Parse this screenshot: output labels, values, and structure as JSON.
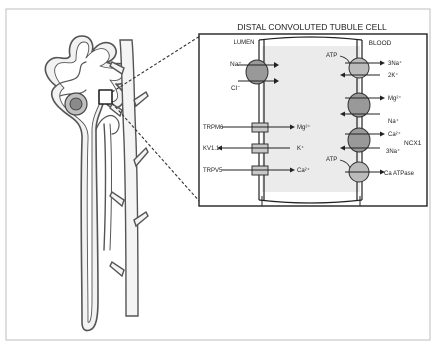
{
  "diagram": {
    "title": "DISTAL CONVOLUTED TUBULE CELL",
    "lumen_label": "LUMEN",
    "blood_label": "BLOOD",
    "channels_left": [
      {
        "name": "TRPM6",
        "ion": "Mg²⁺"
      },
      {
        "name": "KV1.1",
        "ion": "K⁺"
      },
      {
        "name": "TRPV5",
        "ion": "Ca²⁺"
      }
    ],
    "lumen_transporter": {
      "ion_in": "Na⁺",
      "ion_in2": "Cl⁻"
    },
    "basolateral": {
      "pump_top": {
        "atp": "ATP",
        "out": "3Na⁺",
        "in": "2K⁺"
      },
      "mg_transporter": {
        "ion": "Mg²⁺",
        "ion2": "Na⁺"
      },
      "ncx": {
        "label": "NCX1",
        "ion": "Ca²⁺",
        "ion2": "3Na⁺"
      },
      "ca_pump": {
        "atp": "ATP",
        "label": "Ca ATPase"
      }
    }
  }
}
